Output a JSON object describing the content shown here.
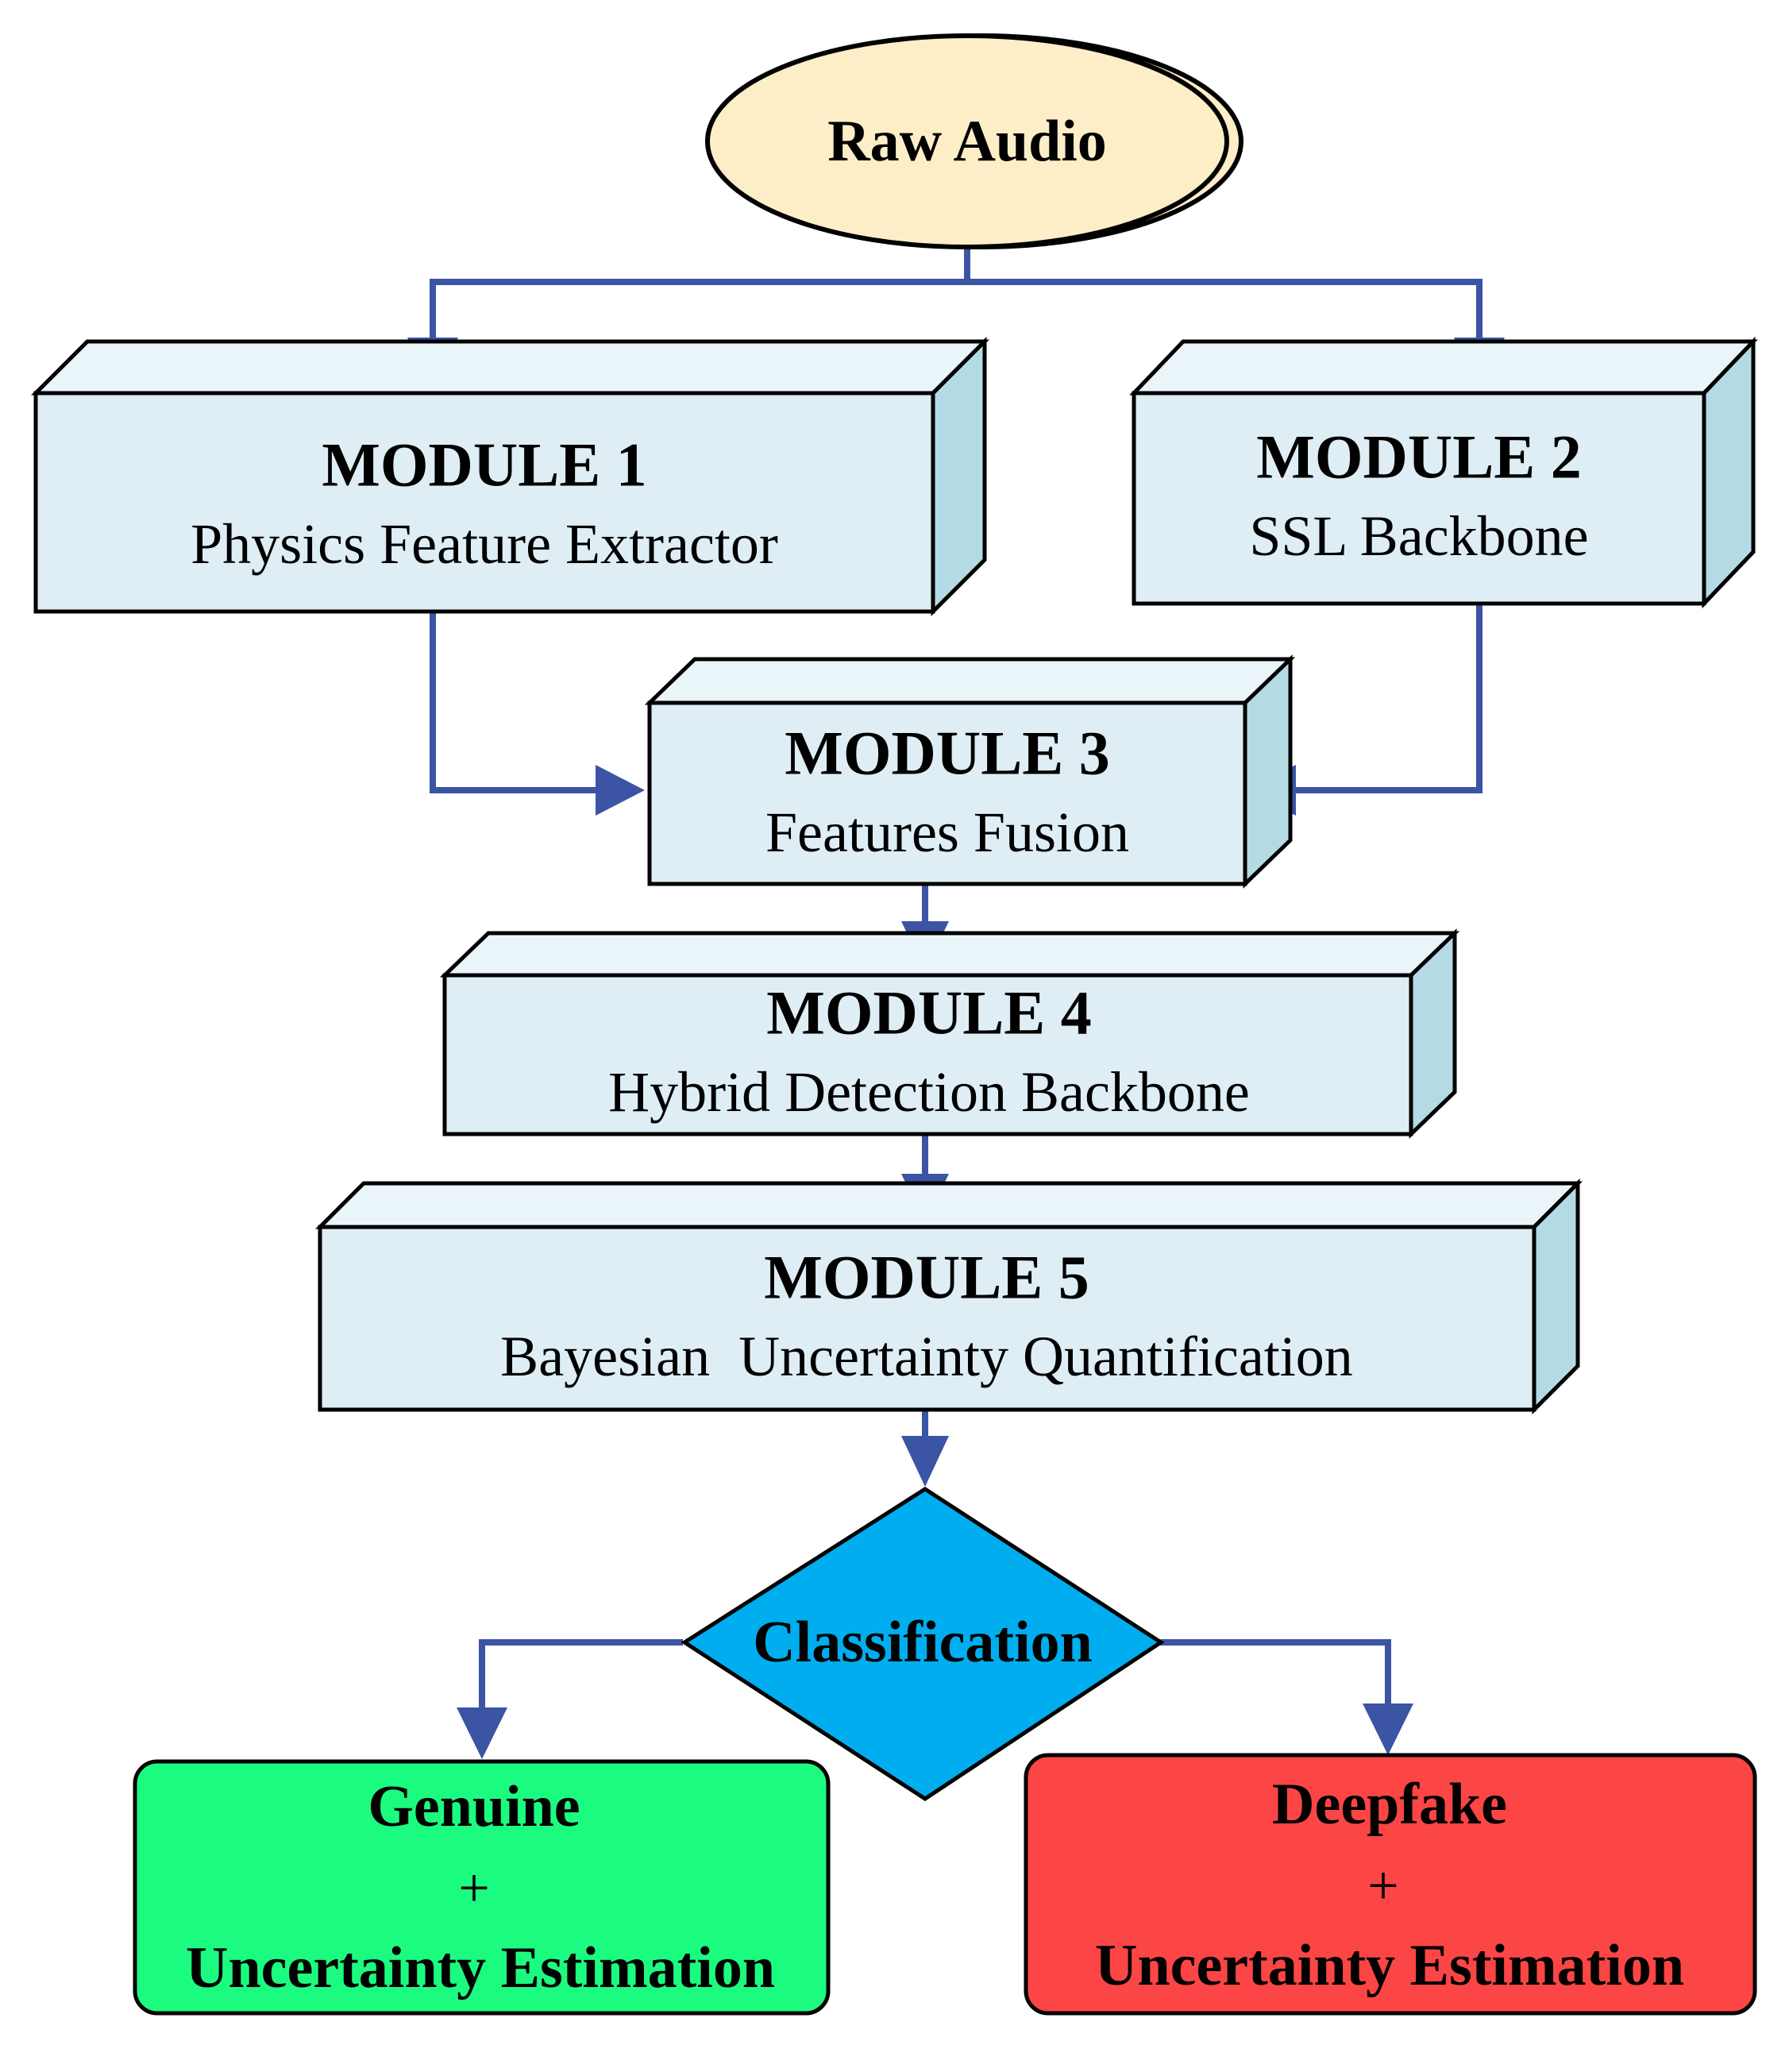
{
  "colors": {
    "module_face": "#deeef4",
    "module_top": "#eaf5f9",
    "module_side": "#b4dbe5",
    "ellipse_fill": "#fdeec8",
    "arrow": "#3b54a4",
    "classification_fill": "#00aeef",
    "genuine_fill": "#1bfb80",
    "deepfake_fill": "#fc4545",
    "stroke": "#000000"
  },
  "start": {
    "label": "Raw Audio"
  },
  "modules": [
    {
      "title": "MODULE 1",
      "subtitle": "Physics Feature Extractor"
    },
    {
      "title": "MODULE 2",
      "subtitle": "SSL Backbone"
    },
    {
      "title": "MODULE 3",
      "subtitle": "Features Fusion"
    },
    {
      "title": "MODULE 4",
      "subtitle": "Hybrid Detection Backbone"
    },
    {
      "title": "MODULE 5",
      "subtitle": "Bayesian  Uncertainty Quantification"
    }
  ],
  "decision": {
    "label": "Classification"
  },
  "outcomes": [
    {
      "title": "Genuine",
      "plus": "+",
      "detail": "Uncertainty Estimation"
    },
    {
      "title": "Deepfake",
      "plus": "+",
      "detail": "Uncertainty Estimation"
    }
  ]
}
